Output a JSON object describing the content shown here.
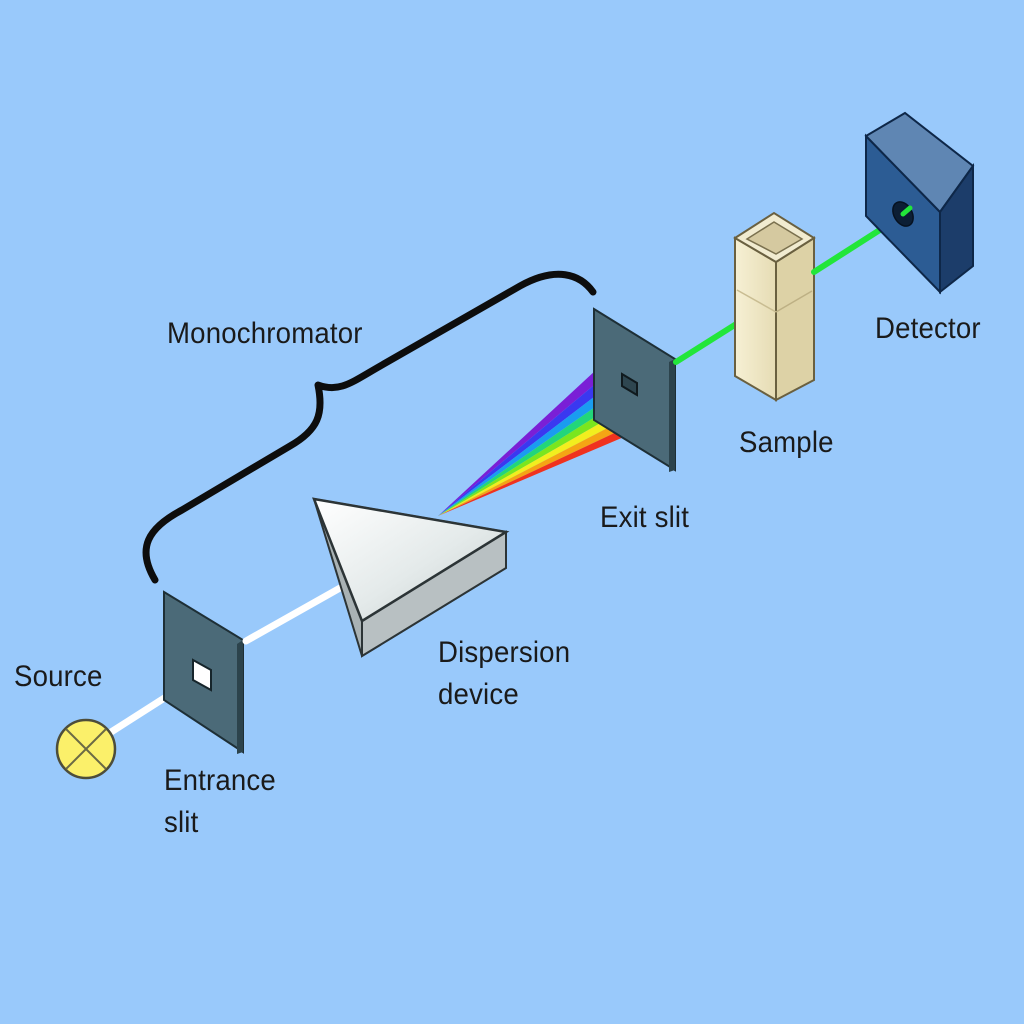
{
  "labels": {
    "source": "Source",
    "entrance_slit": [
      "Entrance",
      "slit"
    ],
    "dispersion_device": [
      "Dispersion",
      "device"
    ],
    "monochromator": "Monochromator",
    "exit_slit": "Exit slit",
    "sample": "Sample",
    "detector": "Detector"
  },
  "colors": {
    "background": "#99c9fb",
    "white_beam": "#ffffff",
    "green_beam": "#22e63a",
    "slit_panel": "#4a6a78",
    "detector_front": "#2c5c94",
    "source_lamp": "#fbf06a",
    "prism_top": "#e2e8e8"
  },
  "spectrum_colors": [
    "#7a1fd6",
    "#3a38f0",
    "#1a9cf0",
    "#22d67a",
    "#7ae61e",
    "#f2ee1e",
    "#f5a514",
    "#f0321e"
  ],
  "icons": {
    "source": "lamp-icon",
    "entrance_slit": "slit-icon",
    "dispersion_device": "prism-icon",
    "exit_slit": "slit-icon",
    "sample": "cuvette-icon",
    "detector": "detector-icon"
  }
}
